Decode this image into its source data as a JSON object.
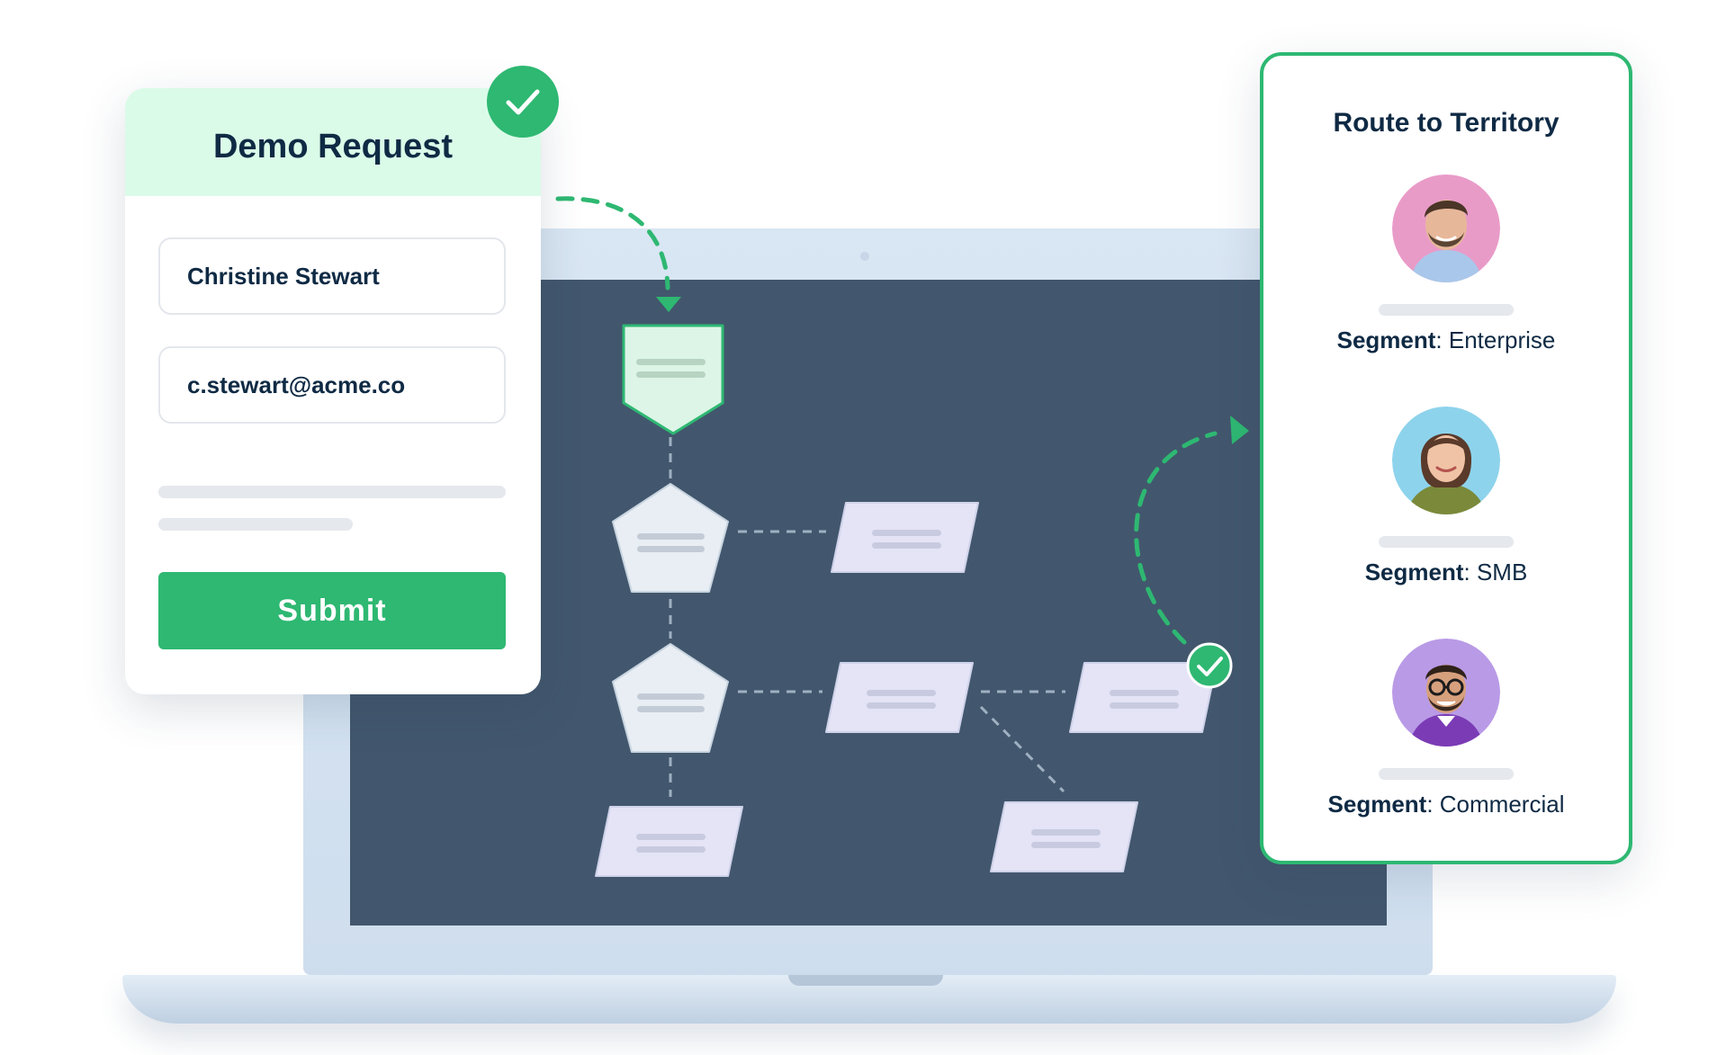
{
  "demo_form": {
    "title": "Demo Request",
    "name_value": "Christine Stewart",
    "email_value": "c.stewart@acme.co",
    "submit_label": "Submit"
  },
  "territory": {
    "title": "Route to Territory",
    "segment_label": "Segment",
    "reps": [
      {
        "segment": "Enterprise"
      },
      {
        "segment": "SMB"
      },
      {
        "segment": "Commercial"
      }
    ]
  },
  "colors": {
    "accent_green": "#2eb872",
    "header_mint": "#dbfbe9",
    "screen_slate": "#42576d",
    "node_lavender": "#e4e4f6",
    "text_navy": "#0f2a44"
  }
}
